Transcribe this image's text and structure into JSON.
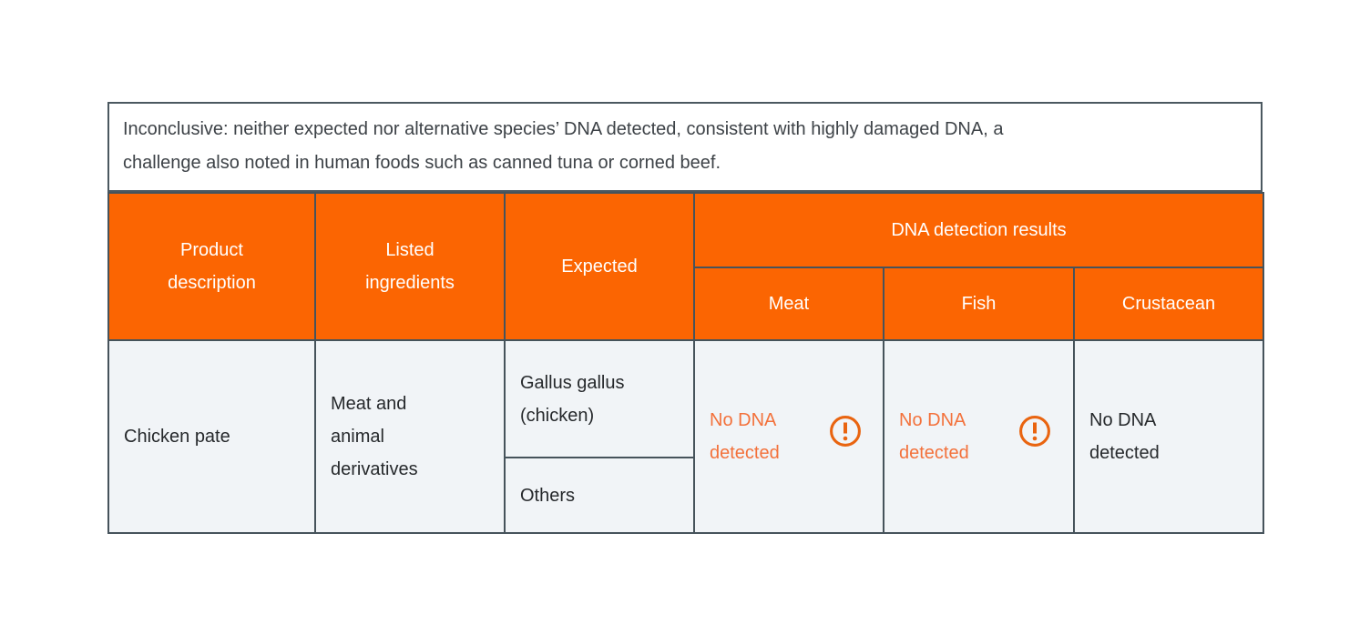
{
  "note": {
    "text": "Inconclusive: neither expected nor alternative species’ DNA detected, consistent with highly damaged DNA, a challenge also noted in human foods such as canned tuna or corned beef.",
    "lines": [
      "Inconclusive: neither expected nor alternative species’ DNA detected, consistent with highly damaged DNA, a",
      "challenge also noted in human foods such as canned tuna or corned beef."
    ]
  },
  "table": {
    "headers": {
      "product_description": "Product description",
      "listed_ingredients": "Listed ingredients",
      "expected": "Expected",
      "dna_detection_results": "DNA detection results",
      "meat": "Meat",
      "fish": "Fish",
      "crustacean": "Crustacean"
    },
    "row": {
      "product_description": "Chicken pate",
      "listed_ingredients": "Meat and animal derivatives",
      "expected_species": "Gallus gallus (chicken)",
      "expected_others": "Others",
      "results": {
        "meat": {
          "text": "No DNA detected",
          "status": "inconclusive",
          "icon": "alert-circle-icon"
        },
        "fish": {
          "text": "No DNA detected",
          "status": "inconclusive",
          "icon": "alert-circle-icon"
        },
        "crustacean": {
          "text": "No DNA detected",
          "status": "plain"
        }
      }
    }
  },
  "colors": {
    "header_orange": "#fb6502",
    "warning_text_orange": "#f3713b",
    "warning_icon_orange": "#e96410",
    "border_dark": "#46535b",
    "body_cell_bg": "#f1f4f7",
    "body_text": "#26292c",
    "note_text": "#3d4247",
    "header_text": "#ffffff"
  }
}
